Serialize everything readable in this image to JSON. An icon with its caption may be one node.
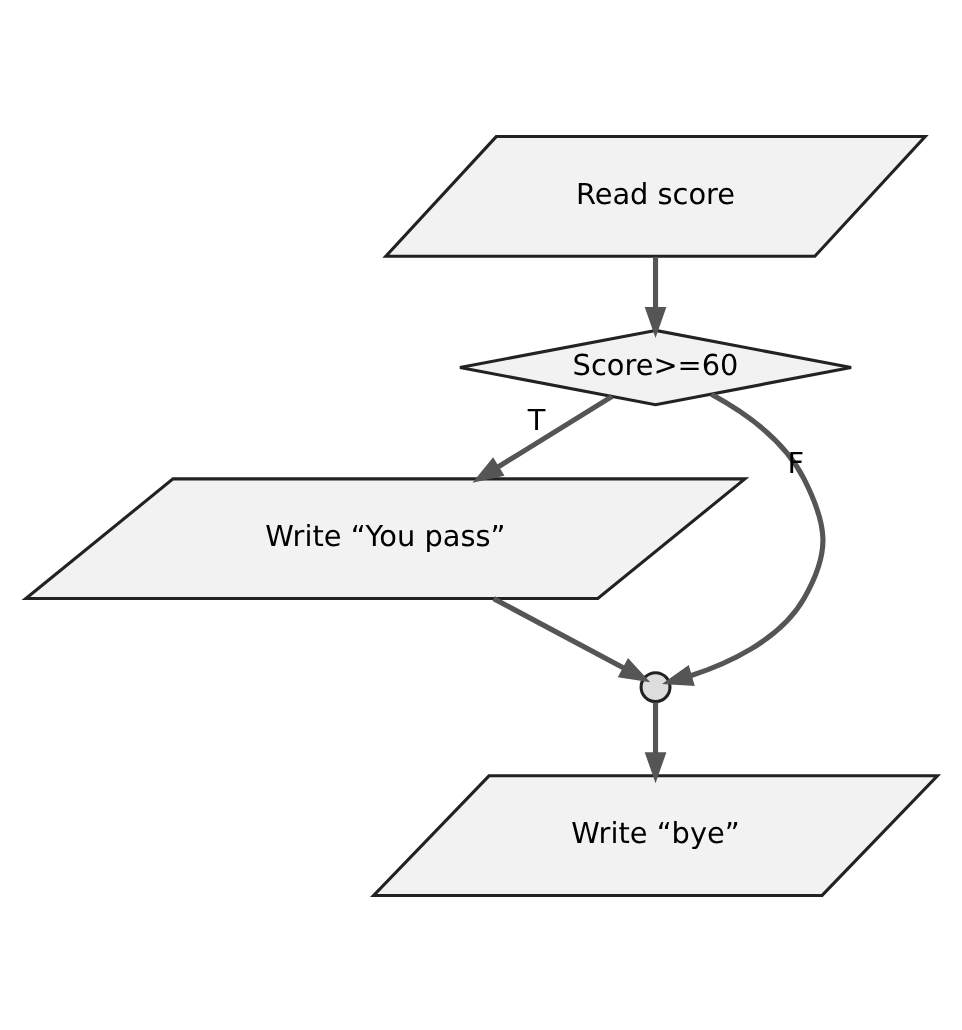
{
  "diagram": {
    "nodes": [
      {
        "text": [
          "Read score"
        ]
      },
      {
        "text": [
          "Score>=60"
        ]
      },
      {
        "text": [
          "Write “You pass”"
        ]
      },
      {
        "text": [],
        "shape": "circle"
      },
      {
        "text": [
          "Write “bye”"
        ]
      }
    ],
    "edges": [
      {
        "from": 0,
        "to": 1,
        "arrow": "to"
      },
      {
        "from": 1,
        "to": 2,
        "arrow": "to",
        "label": "T"
      },
      {
        "from": 1,
        "to": 3,
        "arrow": "to",
        "label": "F"
      },
      {
        "from": 2,
        "to": 3,
        "arrow": "to"
      },
      {
        "from": 3,
        "to": 4,
        "arrow": "to"
      }
    ]
  }
}
